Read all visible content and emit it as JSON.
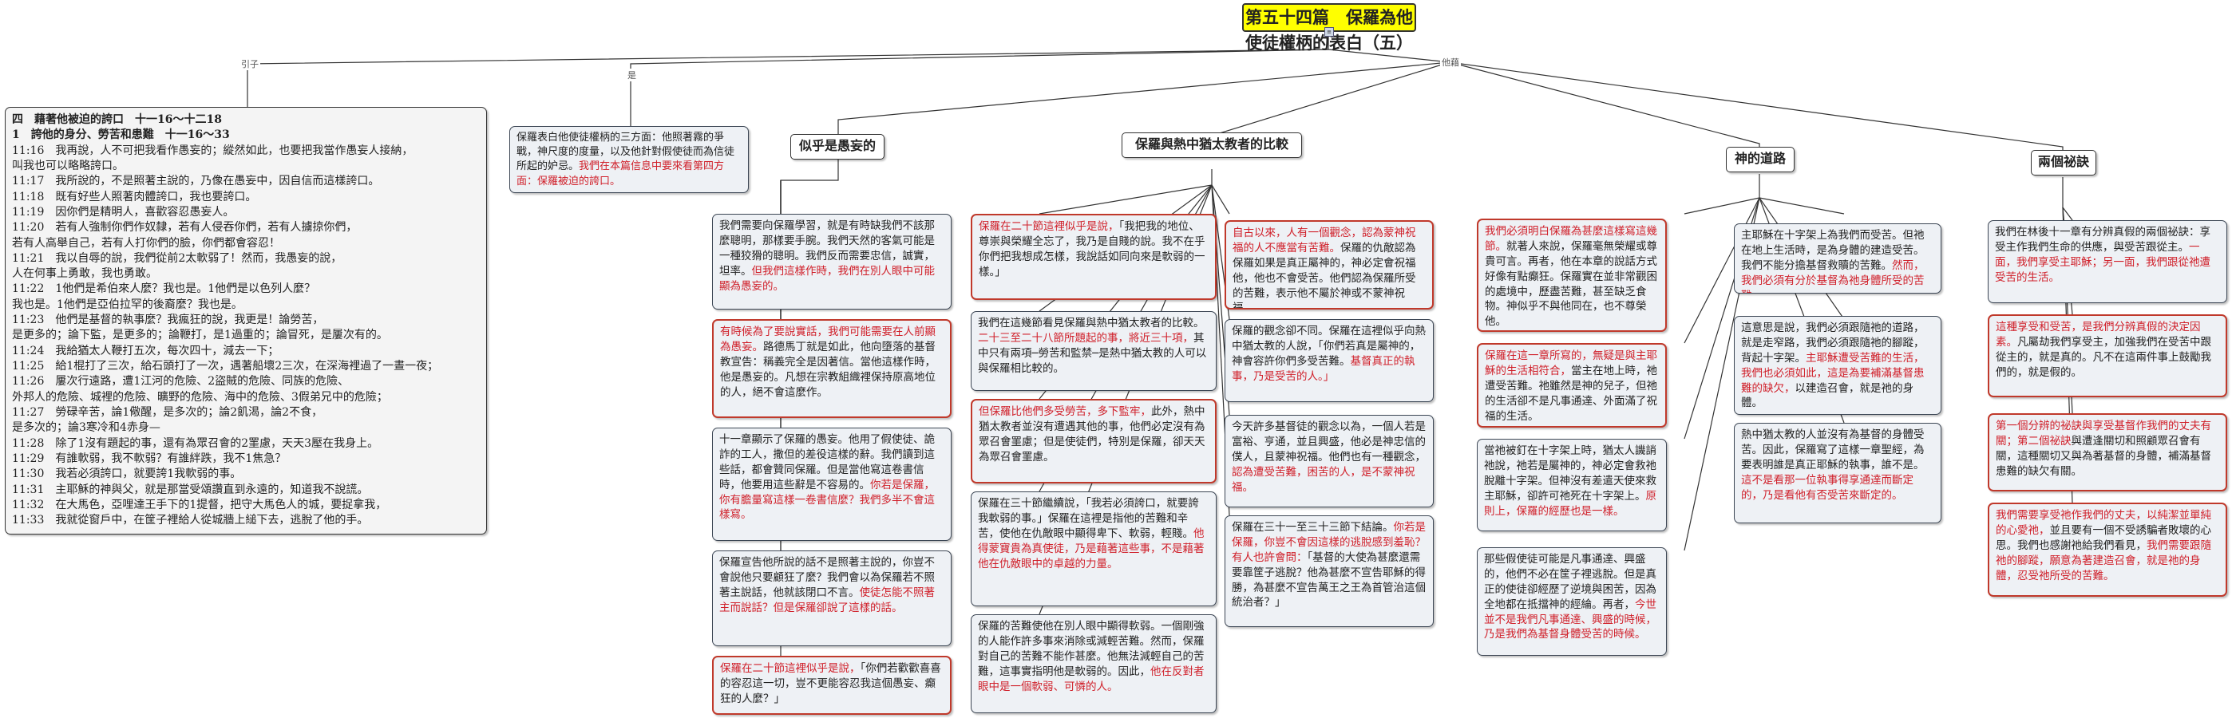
{
  "root": {
    "title": "第五十四篇　保羅為他使徒權柄的表白（五）"
  },
  "branch_labels": {
    "yinzi": "引子",
    "shi": "是",
    "tazhe": "他藉"
  },
  "scripture": {
    "heading1": "四　藉著他被迫的誇口　十一16～十二18",
    "heading2": "1　誇他的身分、勞苦和患難　十一16～33",
    "lines": [
      "11:16　我再說，人不可把我看作愚妄的；縱然如此，也要把我當作愚妄人接納，",
      "叫我也可以略略誇口。",
      "11:17　我所說的，不是照著主說的，乃像在愚妄中，因自信而這樣誇口。",
      "11:18　既有好些人照著肉體誇口，我也要誇口。",
      "11:19　因你們是精明人，喜歡容忍愚妄人。",
      "11:20　若有人強制你們作奴隸，若有人侵吞你們，若有人擄掠你們，",
      "若有人高舉自己，若有人打你們的臉，你們都會容忍！",
      "11:21　我以自辱的說，我們從前2太軟弱了！然而，我愚妄的說，",
      "人在何事上勇敢，我也勇敢。",
      "11:22　1他們是希伯來人麼？我也是。1他們是以色列人麼？",
      "我也是。1他們是亞伯拉罕的後裔麼？我也是。",
      "11:23　他們是基督的執事麼？我瘋狂的說，我更是！論勞苦，",
      "是更多的；論下監，是更多的；論鞭打，是1過重的；論冒死，是屢次有的。",
      "11:24　我給猶太人鞭打五次，每次四十，減去一下；",
      "11:25　給1棍打了三次，給石頭打了一次，遇著船壞2三次，在深海裡過了一晝一夜；",
      "11:26　屢次行遠路，遭1江河的危險、2盜賊的危險、同族的危險、",
      "外邦人的危險、城裡的危險、曠野的危險、海中的危險、3假弟兄中的危險；",
      "11:27　勞碌辛苦，論1儆醒，是多次的；論2飢渴，論2不食，",
      "是多次的；論3寒冷和4赤身—",
      "11:28　除了1沒有題起的事，還有為眾召會的2罣慮，天天3壓在我身上。",
      "11:29　有誰軟弱，我不軟弱？有誰絆跌，我不1焦急？",
      "11:30　我若必須誇口，就要誇1我軟弱的事。",
      "11:31　主耶穌的神與父，就是那當受頌讚直到永遠的，知道我不說謊。",
      "11:32　在大馬色，亞哩達王手下的1提督，把守大馬色人的城，要捉拿我，",
      "11:33　我就從窗戶中，在筐子裡給人從城牆上縋下去，逃脫了他的手。"
    ]
  },
  "intro_note": {
    "text": "保羅表白他使徒權柄的三方面：他照著霧的爭戰，神尺度的度量，以及他針對假使徒而為信徒所起的妒忌。",
    "red": "我們在本篇信息中要來看第四方面：保羅被迫的誇口。"
  },
  "categories": [
    {
      "label": "似乎是愚妄的"
    },
    {
      "label": "保羅與熱中猶太教者的比較"
    },
    {
      "label": "神的道路"
    },
    {
      "label": "兩個祕訣"
    }
  ],
  "col1": [
    {
      "text": "我們需要向保羅學習，就是有時缺我們不該那麼聰明，那樣要手腕。我們天然的客氣可能是一種狡猾的聰明。我們反而需要忠信，誠實，坦率。",
      "red": "但我們這樣作時，我們在別人眼中可能顯為愚妄的。"
    },
    {
      "red": "有時候為了要說實話，我們可能需要在人前顯為愚妄。",
      "text": "路德馬丁就是如此，他向墮落的基督教宣告：稱義完全是因著信。當他這樣作時，他是愚妄的。凡想在宗教組織裡保持原高地位的人，絕不會這麼作。"
    },
    {
      "text": "十一章顯示了保羅的愚妄。他用了假使徒、詭詐的工人，撒但的差役這樣的辭。我們讀到這些話，都會贊同保羅。但是當他寫這卷書信時，他要用這些辭是不容易的。",
      "red": "你若是保羅，你有膽量寫這樣一卷書信麼？我們多半不會這樣寫。"
    },
    {
      "text": "保羅宣告他所說的話不是照著主說的，你豈不會說他只要顧狂了麼？我們會以為保羅若不照著主說話，他就該閉口不言。",
      "red": "使徒怎能不照著主而說話？但是保羅卻說了這樣的話。"
    },
    {
      "red": "保羅在二十節這裡似乎是說，",
      "text": "「你們若歡歡喜喜的容忍這一切，豈不更能容忍我這個愚妄、癲狂的人麼？」"
    }
  ],
  "col2a": [
    {
      "red": "保羅在二十節這裡似乎是說，",
      "text": "「我把我的地位、尊崇與榮耀全忘了，我乃是自賤的說。我不在乎你們把我想成怎樣，我說話如同向來是軟弱的一樣。」"
    },
    {
      "text": "我們在這幾節看見保羅與熱中猶太教者的比較。",
      "red": "二十三至二十八節所題起的事，將近三十項，",
      "text2": "其中只有兩項─勞苦和監禁─是熱中猶太教的人可以與保羅相比較的。"
    },
    {
      "red": "但保羅比他們多受勞苦，多下監牢，",
      "text": "此外，熱中猶太教者並沒有遭遇其他的事，他們必定沒有為眾召會罣慮；但是使徒們，特別是保羅，卻天天為眾召會罣慮。"
    },
    {
      "text": "保羅在三十節繼續說，「我若必須誇口，就要誇我軟弱的事。」保羅在這裡是指他的苦難和辛苦，使他在仇敵眼中顯得卑下、軟弱，輕賤。",
      "red": "他得蒙寶貴為真使徒，乃是藉著這些事，不是藉著他在仇敵眼中的卓越的力量。"
    },
    {
      "text": "保羅的苦難使他在別人眼中顯得軟弱。一個剛強的人能作許多事來消除或減輕苦難。然而，保羅對自己的苦難不能作甚麼。他無法減輕自己的苦難，這事實指明他是軟弱的。因此，",
      "red": "他在反對者眼中是一個軟弱、可憐的人。"
    }
  ],
  "col2b": [
    {
      "red": "自古以來，人有一個觀念，認為蒙神祝福的人不應當有苦難。",
      "text": "保羅的仇敵認為保羅如果是真正屬神的，神必定會祝福他，他也不會受苦。他們認為保羅所受的苦難，表示他不屬於神或不蒙神祝福。"
    },
    {
      "text": "保羅的觀念卻不同。保羅在這裡似乎向熱中猶太教的人說，「你們若真是屬神的，神會容許你們多受苦難。",
      "red": "基督真正的執事，乃是受苦的人。」"
    },
    {
      "text": "今天許多基督徒的觀念以為，一個人若是富裕、亨通，並且興盛，他必是神忠信的僕人，且蒙神祝福。他們也有一種觀念，",
      "red": "認為遭受苦難，困苦的人，是不蒙神祝福。"
    },
    {
      "text": "保羅在三十一至三十三節下結論。",
      "red": "你若是保羅，你豈不會因這樣的逃脫感到羞恥？有人也許會問：",
      "text2": "「基督的大使為甚麼還需要靠筐子逃脫？他為甚麼不宣告耶穌的得勝，為甚麼不宣告萬王之王為首管治這個統治者？」"
    }
  ],
  "col3a": [
    {
      "red": "我們必須明白保羅為甚麼這樣寫這幾節。",
      "text": "就著人來說，保羅毫無榮耀或尊貴可言。再者，他在本章的說話方式好像有點癲狂。保羅實在並非常觀困的處境中，歷盡苦難，甚至缺乏食物。神似乎不與他同在，也不尊榮他。"
    },
    {
      "red": "保羅在這一章所寫的，無疑是與主耶穌的生活相符合，",
      "text": "當主在地上時，祂遭受苦難。祂雖然是神的兒子，但祂的生活卻不是凡事通達、外面滿了祝福的生活。"
    },
    {
      "text": "當祂被釘在十字架上時，猶太人譏誚祂說，祂若是屬神的，神必定會救祂脫離十字架。但神沒有差遣天使來救主耶穌，卻許可祂死在十字架上。",
      "red": "原則上，保羅的經歷也是一樣。"
    },
    {
      "text": "那些假使徒可能是凡事通達、興盛的，他們不必在筐子裡逃脫。但是真正的使徒卻經歷了逆境與困苦，因為全地都在抵擋神的經綸。再者，",
      "red": "今世並不是我們凡事通達、興盛的時候，乃是我們為基督身體受苦的時候。"
    }
  ],
  "col3b": [
    {
      "text": "主耶穌在十字架上為我們而受苦。但祂在地上生活時，是為身體的建造受苦。我們不能分擔基督救贖的苦難。",
      "red": "然而，我們必須有分於基督為祂身體所受的苦難。"
    },
    {
      "text": "這意思是說，我們必須跟隨祂的道路，就是走窄路，我們必須跟隨祂的腳蹤，背起十字架。",
      "red": "主耶穌遭受苦難的生活，我們也必須如此，這是為要補滿基督患難的缺欠，",
      "text2": "以建造召會，就是祂的身體。"
    },
    {
      "text": "熱中猶太教的人並沒有為基督的身體受苦。因此，保羅寫了這樣一章聖經，為要表明誰是真正耶穌的執事，誰不是。",
      "red": "這不是看那一位執事得享通達而斷定的，乃是看他有否受苦來斷定的。"
    }
  ],
  "col4": [
    {
      "text": "我們在林後十一章有分辨真假的兩個祕訣：享受主作我們生命的供應，與受苦跟從主。",
      "red": "一面，我們享受主耶穌；另一面，我們跟從祂遭受苦的生活。"
    },
    {
      "red": "這種享受和受苦，是我們分辨真假的決定因素。",
      "text": "凡屬劫我們享受主，加強我們在受苦中跟從主的，就是真的。凡不在這兩件事上鼓勵我們的，就是假的。"
    },
    {
      "red": "第一個分辨的祕訣與享受基督作我們的丈夫有關；第二個祕訣",
      "text": "與遭逢關切和照顧眾召會有關，這種關切又與為著基督的身體，補滿基督患難的缺欠有關。"
    },
    {
      "red": "我們需要享受祂作我們的丈夫，以純潔並單純的心愛祂，",
      "text": "並且要有一個不受誘騙者敗壞的心思。我們也感謝祂給我們看見，",
      "red2": "我們需要跟隨祂的腳蹤，願意為著建造召會，就是祂的身體，忍受祂所受的苦難。"
    }
  ]
}
